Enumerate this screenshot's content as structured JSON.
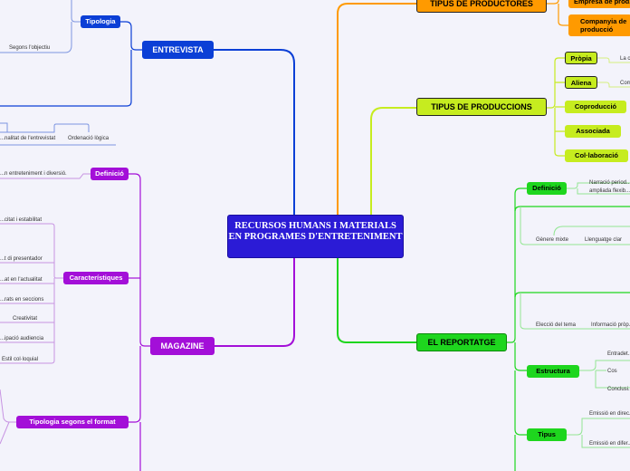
{
  "central": {
    "title": "RECURSOS HUMANS I MATERIALS EN PROGRAMES D'ENTRETENIMENT"
  },
  "entrevista": {
    "title": "ENTREVISTA",
    "tipologia": "Tipologia",
    "segons_objectiu": "Segons l'objectiu",
    "finalitat": "...nalitat de l'entrevistat",
    "ordenacio": "Ordenació lògica"
  },
  "magazine": {
    "title": "MAGAZINE",
    "definicio": "Definició",
    "definicio_text": "...n entreteniment i diversió.",
    "caracteristiques": "Característiques",
    "items": [
      "...citat i estabilitat",
      "...t di presentador",
      "...at en l'actualitat",
      "...rats en seccions",
      "Creativitat",
      "...ipació audiencia",
      "Estil col·loquial"
    ],
    "tipologia_format": "Tipologia segons el format"
  },
  "productores": {
    "title": "TIPUS DE PRODUCTORES",
    "empresa": "Empresa de prod...",
    "companyia": "Companyia de producció"
  },
  "produccions": {
    "title": "TIPUS DE PRODUCCIONS",
    "items": [
      "Pròpia",
      "Aliena",
      "Coproducció",
      "Associada",
      "Col·laboració"
    ],
    "leaf_propia": "La c...",
    "leaf_aliena": "Com..."
  },
  "reportatge": {
    "title": "EL REPORTATGE",
    "definicio": "Definició",
    "def_text_1": "Narració period...",
    "def_text_2": "ampliada flexib...",
    "genere_mixte": "Gènere mixte",
    "llenguatge": "Llenguatge clar",
    "eleccio": "Elecció del tema",
    "informacio": "Informació pròp...",
    "estructura": "Estructura",
    "entradeta": "Entradet...",
    "cos": "Cos",
    "conclusio": "Conclusi...",
    "tipus": "Tipus",
    "emissio_directe": "Emissió en direc...",
    "emissio_diferit": "Emissió en difer..."
  },
  "colors": {
    "blue": "#0b3fd6",
    "purple": "#a30fd8",
    "green": "#1ed61e",
    "yellow": "#c6ec1f",
    "orange": "#ff9a00",
    "central": "#2b1bd6"
  }
}
